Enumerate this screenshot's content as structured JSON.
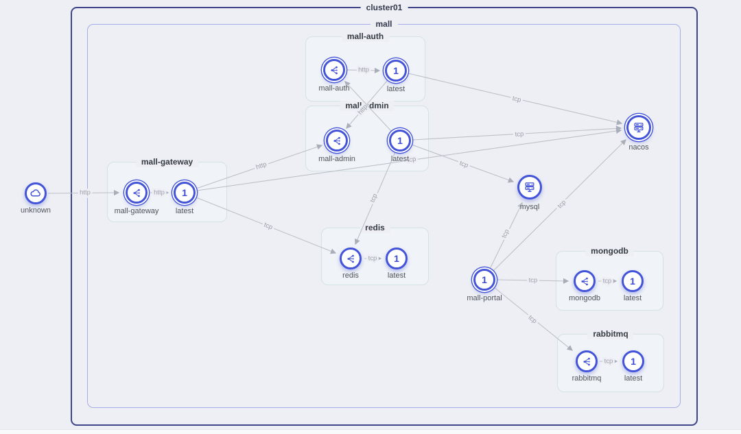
{
  "cluster": {
    "label": "cluster01"
  },
  "namespace": {
    "label": "mall"
  },
  "groups": [
    {
      "label": "mall-auth"
    },
    {
      "label": "mall-admin"
    },
    {
      "label": "mall-gateway"
    },
    {
      "label": "redis"
    },
    {
      "label": "mongodb"
    },
    {
      "label": "rabbitmq"
    }
  ],
  "nodes": {
    "unknown": {
      "label": "unknown",
      "type": "external-cloud"
    },
    "gateway_svc": {
      "label": "mall-gateway",
      "type": "service"
    },
    "gateway_wl": {
      "label": "latest",
      "type": "workload",
      "badge": "1"
    },
    "auth_svc": {
      "label": "mall-auth",
      "type": "service"
    },
    "auth_wl": {
      "label": "latest",
      "type": "workload",
      "badge": "1"
    },
    "admin_svc": {
      "label": "mall-admin",
      "type": "service"
    },
    "admin_wl": {
      "label": "latest",
      "type": "workload",
      "badge": "1"
    },
    "redis_svc": {
      "label": "redis",
      "type": "service"
    },
    "redis_wl": {
      "label": "latest",
      "type": "workload",
      "badge": "1"
    },
    "nacos": {
      "label": "nacos",
      "type": "server"
    },
    "mysql": {
      "label": "mysql",
      "type": "server"
    },
    "portal_wl": {
      "label": "mall-portal",
      "type": "workload",
      "badge": "1"
    },
    "mongo_svc": {
      "label": "mongodb",
      "type": "service"
    },
    "mongo_wl": {
      "label": "latest",
      "type": "workload",
      "badge": "1"
    },
    "rabbit_svc": {
      "label": "rabbitmq",
      "type": "service"
    },
    "rabbit_wl": {
      "label": "latest",
      "type": "workload",
      "badge": "1"
    }
  },
  "edges": [
    {
      "from": "unknown",
      "to": "mall-gateway",
      "label": "http"
    },
    {
      "from": "mall-gateway",
      "to": "gateway-latest",
      "label": "http"
    },
    {
      "from": "gateway-latest",
      "to": "mall-admin",
      "label": "http"
    },
    {
      "from": "gateway-latest",
      "to": "nacos",
      "label": "tcp"
    },
    {
      "from": "gateway-latest",
      "to": "redis",
      "label": "tcp"
    },
    {
      "from": "mall-auth",
      "to": "auth-latest",
      "label": "http"
    },
    {
      "from": "auth-latest",
      "to": "mall-admin",
      "label": "http"
    },
    {
      "from": "admin-latest",
      "to": "mall-auth",
      "label": ""
    },
    {
      "from": "auth-latest",
      "to": "nacos",
      "label": "tcp"
    },
    {
      "from": "admin-latest",
      "to": "nacos",
      "label": "tcp"
    },
    {
      "from": "admin-latest",
      "to": "mysql",
      "label": "tcp"
    },
    {
      "from": "admin-latest",
      "to": "redis",
      "label": "tcp"
    },
    {
      "from": "redis",
      "to": "redis-latest",
      "label": "tcp"
    },
    {
      "from": "mall-portal",
      "to": "mysql",
      "label": "tcp"
    },
    {
      "from": "mall-portal",
      "to": "nacos",
      "label": "tcp"
    },
    {
      "from": "mall-portal",
      "to": "mongodb",
      "label": "tcp"
    },
    {
      "from": "mall-portal",
      "to": "rabbitmq",
      "label": "tcp"
    },
    {
      "from": "mongodb",
      "to": "mongodb-latest",
      "label": "tcp"
    },
    {
      "from": "rabbitmq",
      "to": "rabbitmq-latest",
      "label": "tcp"
    }
  ],
  "colors": {
    "node_accent": "#4454d8",
    "edge": "#bcc0c8",
    "cluster_border": "#3e4487",
    "namespace_border": "#a5ade8",
    "group_border": "#d4e1e5",
    "background": "#edeff4"
  }
}
